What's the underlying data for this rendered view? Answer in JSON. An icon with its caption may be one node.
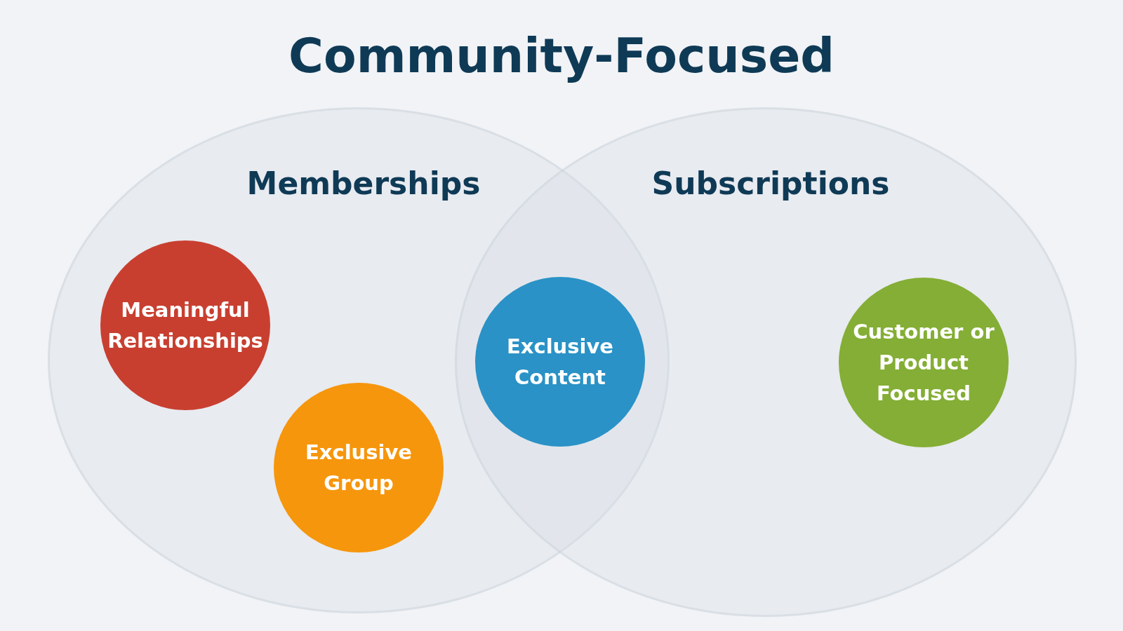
{
  "diagram": {
    "title": "Community-Focused",
    "nodes": [
      {
        "text": [
          "Memberships"
        ]
      },
      {
        "text": [
          "Meaningful Relationships"
        ],
        "in": 0
      },
      {
        "text": [
          "Exclusive Group"
        ],
        "in": 0
      },
      {
        "text": [
          "Subscriptions"
        ]
      },
      {
        "text": [
          "Exclusive Content"
        ]
      },
      {
        "text": [
          "Customer or Product Focused"
        ],
        "in": 3
      }
    ]
  }
}
